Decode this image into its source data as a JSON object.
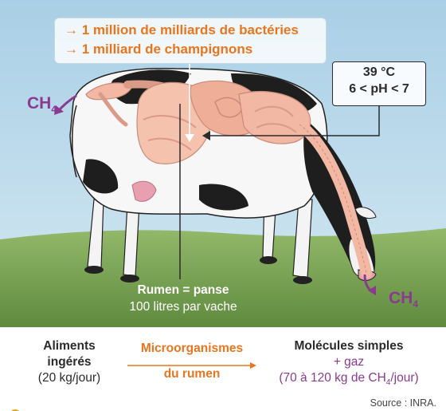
{
  "diagram": {
    "bacteria_line_1": "→ 1 million de milliards de bactéries",
    "bacteria_line_2": "→ 1 milliard de champignons",
    "temperature": "39 °C",
    "ph_range": "6 < pH < 7",
    "gas_label_main": "CH",
    "gas_label_sub": "4",
    "rumen_title": "Rumen = panse",
    "rumen_volume": "100 litres par vache"
  },
  "flow": {
    "input_title": "Aliments ingérés",
    "input_amount": "(20 kg/jour)",
    "process_line_1": "Microorganismes",
    "process_line_2": "du rumen",
    "output_title": "Molécules simples",
    "output_gas": "+ gaz",
    "output_amount_before": "(70 à 120 kg de CH",
    "output_amount_sub": "4",
    "output_amount_after": "/jour)"
  },
  "source": "Source : INRA.",
  "colors": {
    "accent_orange": "#e8761e",
    "methane_purple": "#8b3a8f",
    "sky": "#9fc6e0",
    "grass": "#7fa55a",
    "rumen": "#f2b8a4"
  }
}
